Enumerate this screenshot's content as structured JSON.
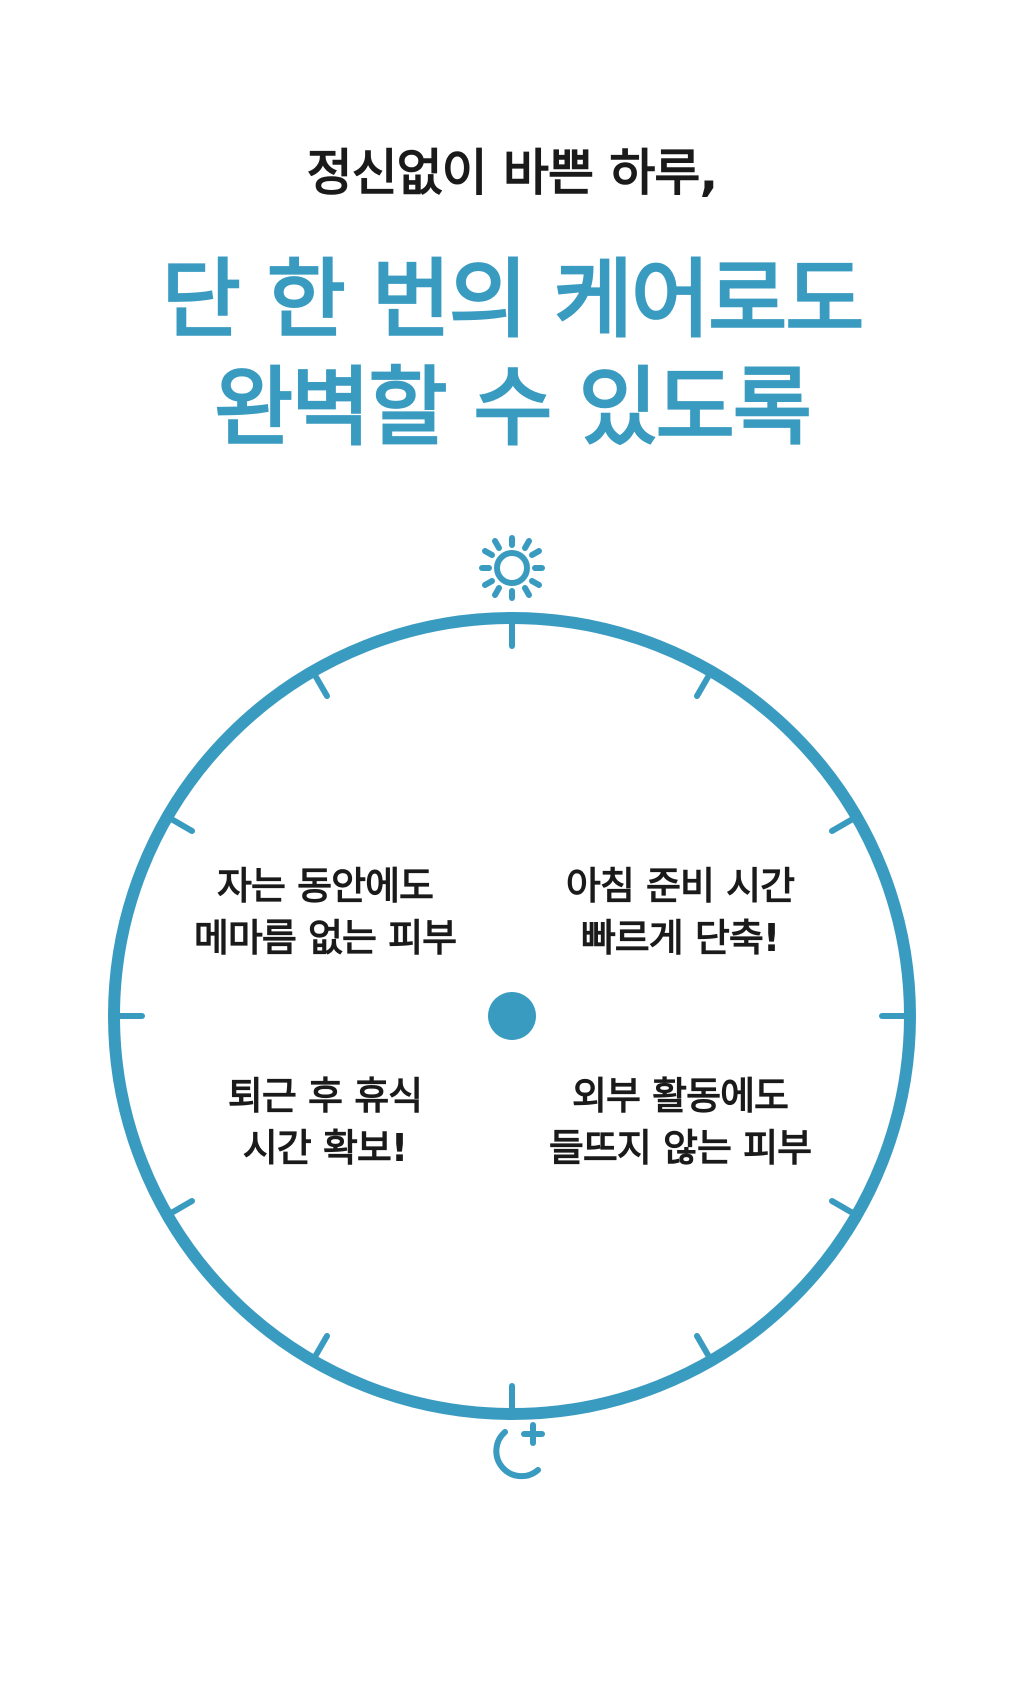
{
  "header": {
    "subhead": "정신없이 바쁜 하루,",
    "title_line1": "단 한 번의 케어로도",
    "title_line2": "완벽할 수 있도록"
  },
  "clock": {
    "top_icon": "sun-icon",
    "bottom_icon": "moon-star-icon",
    "accent_color": "#3a9bc1",
    "quadrants": {
      "top_left": {
        "line1": "자는 동안에도",
        "line2": "메마름 없는 피부"
      },
      "top_right": {
        "line1": "아침 준비 시간",
        "line2": "빠르게 단축!"
      },
      "bottom_left": {
        "line1": "퇴근 후 휴식",
        "line2": "시간 확보!"
      },
      "bottom_right": {
        "line1": "외부 활동에도",
        "line2": "들뜨지 않는 피부"
      }
    }
  }
}
